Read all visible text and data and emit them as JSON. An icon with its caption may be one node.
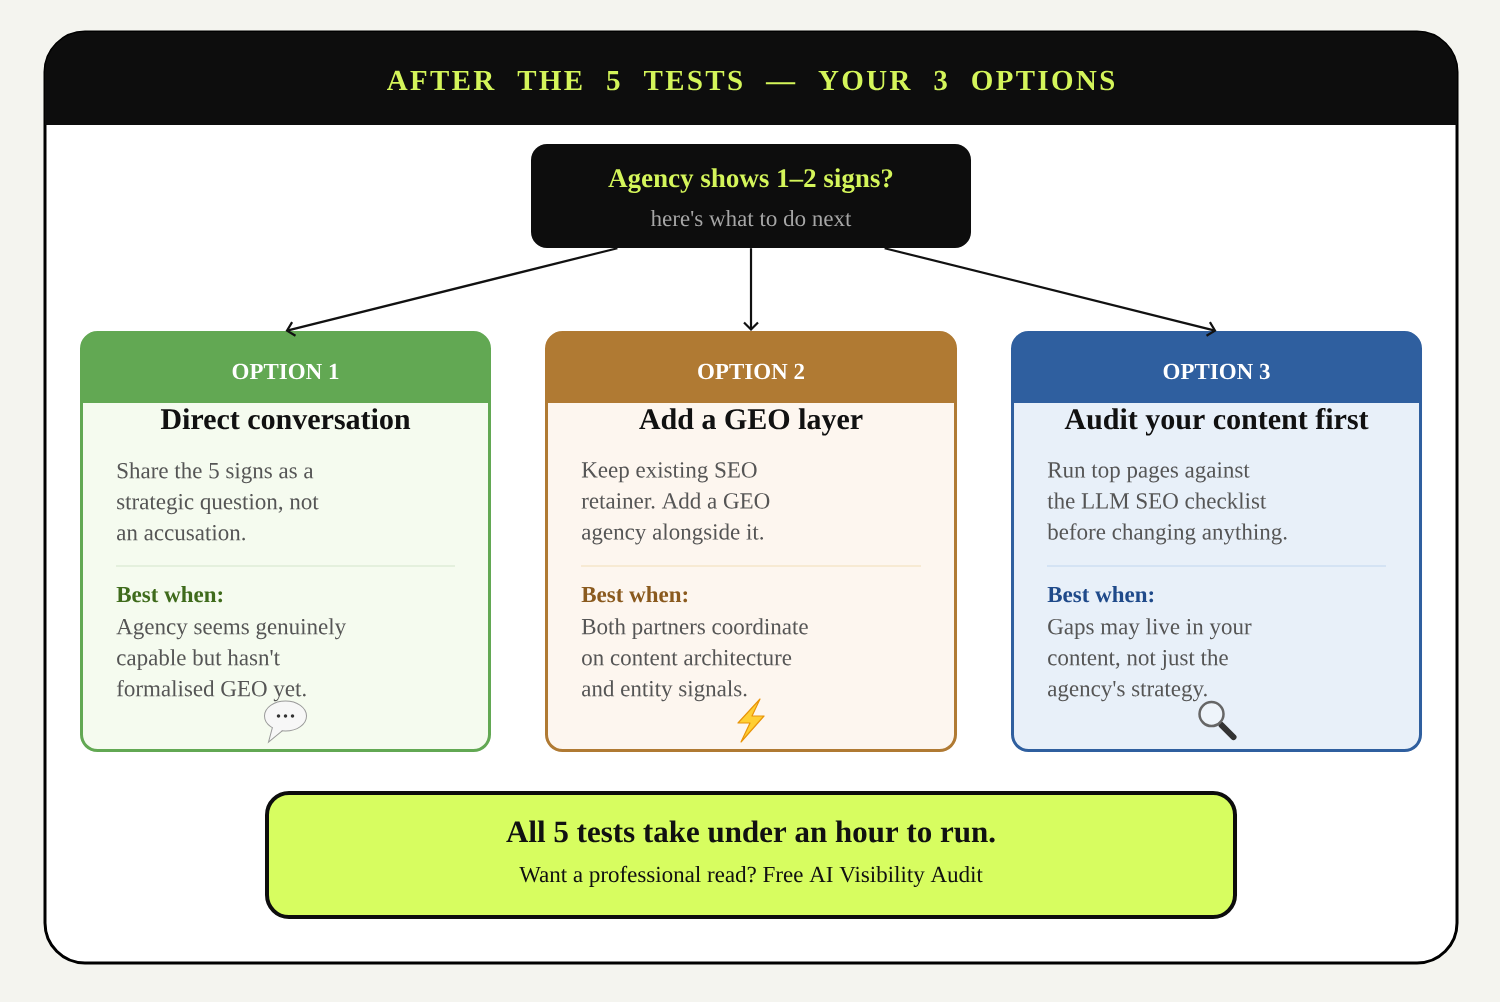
{
  "diagram": {
    "title": "AFTER THE 5 TESTS — YOUR 3 OPTIONS",
    "nodes": [
      {
        "text": [
          "Agency shows 1–2 signs?",
          "here's what to do next"
        ]
      },
      {
        "text": [
          "OPTION 1",
          "Direct conversation",
          "Share the 5 signs as a strategic question, not an accusation.",
          "Best when:",
          "Agency seems genuinely capable but hasn't formalised GEO yet."
        ]
      },
      {
        "text": [
          "OPTION 2",
          "Add a GEO layer",
          "Keep existing SEO retainer. Add a GEO agency alongside it.",
          "Best when:",
          "Both partners coordinate on content architecture and entity signals."
        ]
      },
      {
        "text": [
          "OPTION 3",
          "Audit your content first",
          "Run top pages against the LLM SEO checklist before changing anything.",
          "Best when:",
          "Gaps may live in your content, not just the agency's strategy."
        ]
      },
      {
        "text": [
          "All 5 tests take under an hour to run.",
          "Want a professional read? Free AI Visibility Audit"
        ]
      }
    ],
    "edges": [
      {
        "from": 0,
        "to": 1,
        "arrow": "to"
      },
      {
        "from": 0,
        "to": 2,
        "arrow": "to"
      },
      {
        "from": 0,
        "to": 3,
        "arrow": "to"
      }
    ]
  }
}
